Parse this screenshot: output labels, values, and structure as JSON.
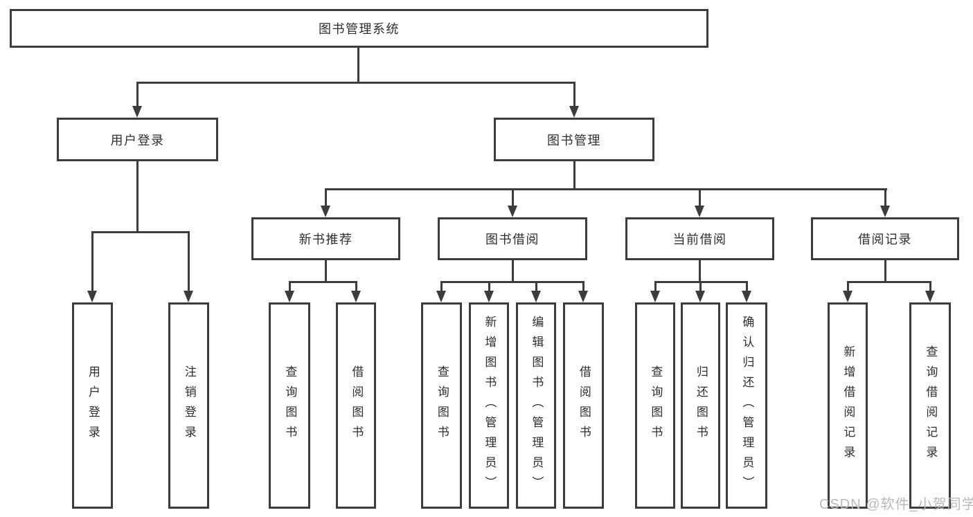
{
  "tree": {
    "root": {
      "label": "图书管理系统"
    },
    "branches": [
      {
        "label": "用户登录",
        "children": [
          {
            "label": "用户登录"
          },
          {
            "label": "注销登录"
          }
        ]
      },
      {
        "label": "图书管理",
        "children": [
          {
            "label": "新书推荐",
            "children": [
              {
                "label": "查询图书"
              },
              {
                "label": "借阅图书"
              }
            ]
          },
          {
            "label": "图书借阅",
            "children": [
              {
                "label": "查询图书"
              },
              {
                "label": "新增图书（管理员）"
              },
              {
                "label": "编辑图书（管理员）"
              },
              {
                "label": "借阅图书"
              }
            ]
          },
          {
            "label": "当前借阅",
            "children": [
              {
                "label": "查询图书"
              },
              {
                "label": "归还图书"
              },
              {
                "label": "确认归还（管理员）"
              }
            ]
          },
          {
            "label": "借阅记录",
            "children": [
              {
                "label": "新增借阅记录"
              },
              {
                "label": "查询借阅记录"
              }
            ]
          }
        ]
      }
    ]
  },
  "watermark": {
    "text": "CSDN @软件_小贺同学"
  },
  "colors": {
    "line": "#3c3c3c",
    "box_border": "#3c3c3c",
    "box_background": "#ffffff",
    "text": "#2e2e2e",
    "watermark": "#b9b9b9",
    "page_background": "#ffffff"
  }
}
